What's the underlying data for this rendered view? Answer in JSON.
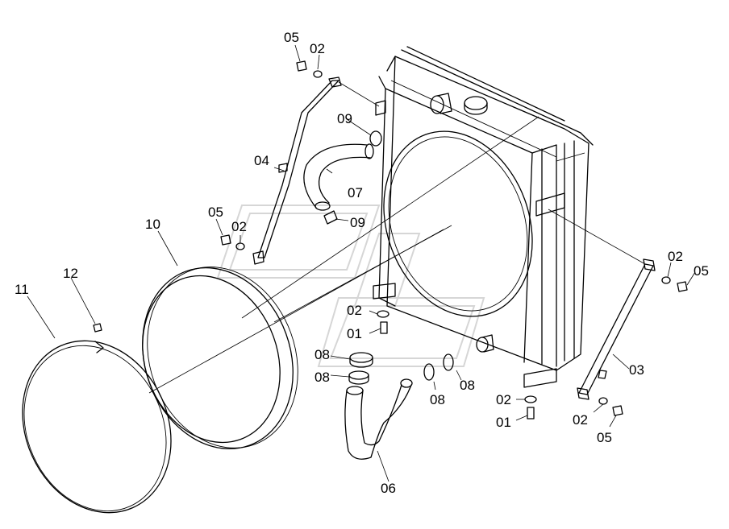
{
  "labels": {
    "p01": "01",
    "p02": "02",
    "p03": "03",
    "p04": "04",
    "p05": "05",
    "p06": "06",
    "p07": "07",
    "p08": "08",
    "p09": "09",
    "p10": "10",
    "p11": "11",
    "p12": "12"
  }
}
